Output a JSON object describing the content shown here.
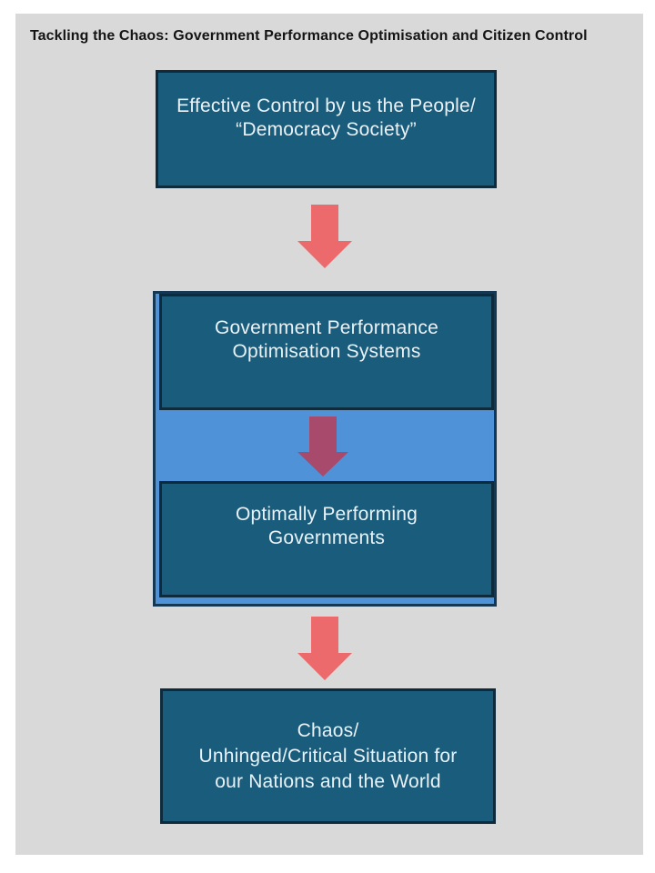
{
  "slide": {
    "title": "Tackling the Chaos: Government Performance Optimisation and Citizen Control"
  },
  "flow": {
    "box_democracy": {
      "line1": "Effective Control by us the People/",
      "line2": "“Democracy Society”"
    },
    "box_systems": {
      "line1": "Government Performance",
      "line2": "Optimisation Systems"
    },
    "box_governments": {
      "line1": "Optimally Performing",
      "line2": "Governments"
    },
    "box_chaos": {
      "line1": "Chaos/",
      "line2": "Unhinged/Critical Situation for",
      "line3": "our Nations and the World"
    }
  },
  "colors": {
    "canvas_bg": "#d9d9d9",
    "box_fill": "#1a5c7c",
    "box_border": "#0e2b3d",
    "container_fill": "#4f92d8",
    "container_border": "#143854",
    "arrow_salmon": "#ec6a6c",
    "arrow_maroon": "#a84a6c",
    "box_text": "#e9f2f7",
    "title_text": "#141414"
  }
}
